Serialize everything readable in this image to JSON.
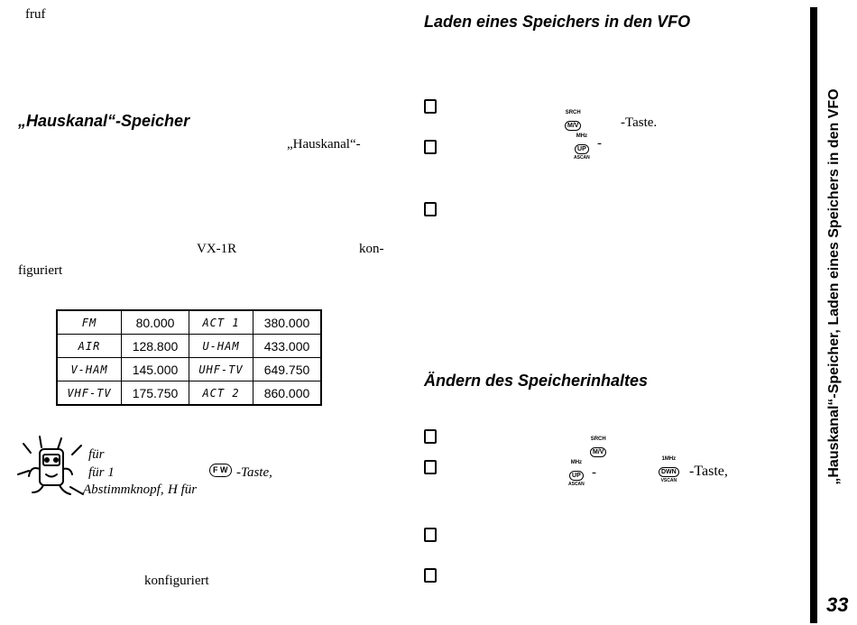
{
  "left": {
    "top_fragment": "fruf",
    "heading": "„Hauskanal“-Speicher",
    "text_hauskanal": "„Hauskanal“-",
    "text_vx1r": "VX-1R",
    "text_kon": "kon-",
    "text_figuriert": "figuriert",
    "table": {
      "rows": [
        [
          "FM",
          "80.000",
          "ACT 1",
          "380.000"
        ],
        [
          "AIR",
          "128.800",
          "U-HAM",
          "433.000"
        ],
        [
          "V-HAM",
          "145.000",
          "UHF-TV",
          "649.750"
        ],
        [
          "VHF-TV",
          "175.750",
          "ACT 2",
          "860.000"
        ]
      ]
    },
    "tip": {
      "line1": "für",
      "line2": "für 1",
      "fw_key": "F W",
      "taste": "-Taste,",
      "line3": "Abstimmknopf,",
      "h_fuer": "H für"
    },
    "bottom_text": "konfiguriert"
  },
  "right": {
    "heading1": "Laden eines Speichers in den VFO",
    "taste1": "-Taste.",
    "dash1": "-",
    "heading2": "Ändern des Speicherinhaltes",
    "dash2": "-",
    "taste2": "-Taste,"
  },
  "keys": {
    "mw_top": "SRCH",
    "mw_label": "M/V",
    "up_top": "MHz",
    "up_label": "UP",
    "up_bottom": "ASCAN",
    "dwn_top": "1MHz",
    "dwn_label": "DWN",
    "dwn_bottom": "VSCAN",
    "mw2_top": "SRCH",
    "mw2_label": "M/V"
  },
  "sidebar": {
    "title": "„Hauskanal“-Speicher, Laden eines Speichers in den VFO",
    "page_number": "33"
  }
}
